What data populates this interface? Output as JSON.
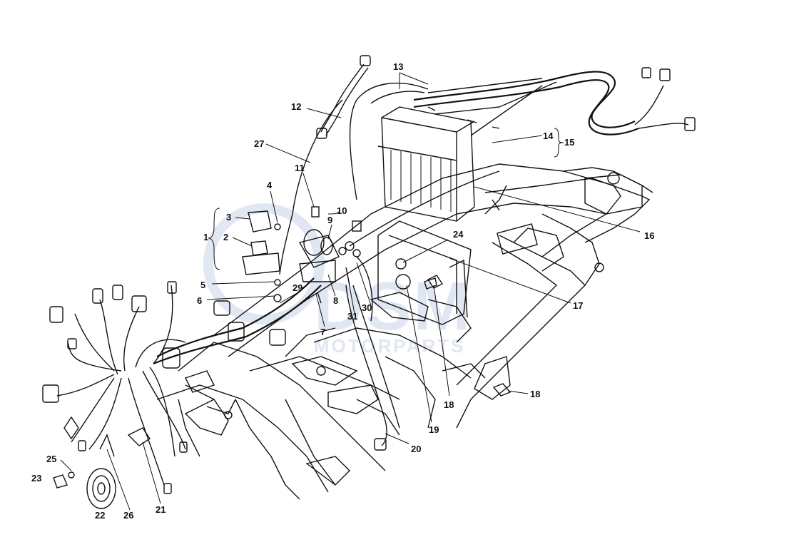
{
  "watermark": {
    "brand": "DSM",
    "subtitle": "MOTORPARTS",
    "color": "#c9d3ea"
  },
  "callouts": [
    "1",
    "2",
    "3",
    "4",
    "5",
    "6",
    "7",
    "8",
    "9",
    "10",
    "11",
    "12",
    "13",
    "14",
    "15",
    "16",
    "17",
    "18",
    "18",
    "18",
    "19",
    "20",
    "21",
    "22",
    "23",
    "24",
    "25",
    "26",
    "27",
    "29",
    "30",
    "31"
  ]
}
